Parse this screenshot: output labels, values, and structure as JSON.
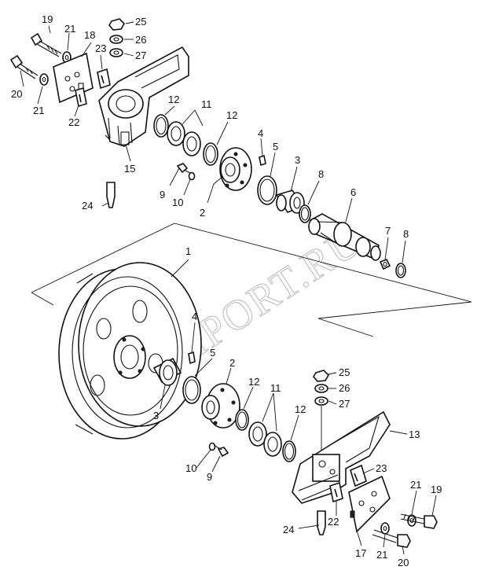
{
  "diagram": {
    "watermark": "KHLIMPORT.RU",
    "labels": {
      "c1": "1",
      "c2_top": "2",
      "c2_bot": "2",
      "c3_top": "3",
      "c3_bot": "3",
      "c4_top": "4",
      "c4_bot": "4",
      "c5_top": "5",
      "c5_bot": "5",
      "c6": "6",
      "c7": "7",
      "c8_a": "8",
      "c8_b": "8",
      "c9_top": "9",
      "c9_bot": "9",
      "c10_top": "10",
      "c10_bot": "10",
      "c11_top": "11",
      "c11_bot": "11",
      "c12_a": "12",
      "c12_b": "12",
      "c12_c": "12",
      "c12_d": "12",
      "c13": "13",
      "c15": "15",
      "c17": "17",
      "c18": "18",
      "c19_top": "19",
      "c19_bot": "19",
      "c20_top": "20",
      "c20_bot": "20",
      "c21_a": "21",
      "c21_b": "21",
      "c21_c": "21",
      "c21_d": "21",
      "c22_top": "22",
      "c22_bot": "22",
      "c23_top": "23",
      "c23_bot": "23",
      "c24_top": "24",
      "c24_bot": "24",
      "c25_top": "25",
      "c25_bot": "25",
      "c26_top": "26",
      "c26_bot": "26",
      "c27_top": "27",
      "c27_bot": "27"
    }
  }
}
